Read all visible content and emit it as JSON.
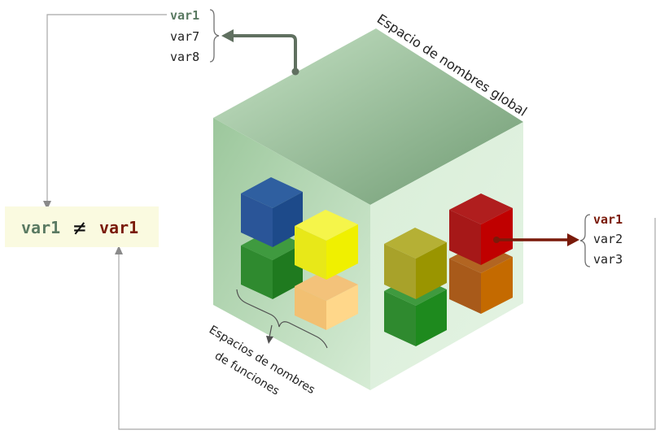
{
  "global_namespace_label": "Espacio de nombres global",
  "function_namespaces_label": [
    "Espacios de nombres",
    "de funciones"
  ],
  "left_vars": [
    "var1",
    "var7",
    "var8"
  ],
  "right_vars": [
    "var1",
    "var2",
    "var3"
  ],
  "comparison": {
    "left": "var1",
    "operator": "≠",
    "right": "var1"
  },
  "colors": {
    "global_var": "#5a7a62",
    "local_var": "#7a1a0a",
    "connector": "#607060",
    "red_arrow": "#7a1a0a",
    "comparison_bg": "#fafae0",
    "cube_top": "#8fbf90",
    "cube_left": "#b7dcb6",
    "cube_right": "#d9eed8"
  }
}
